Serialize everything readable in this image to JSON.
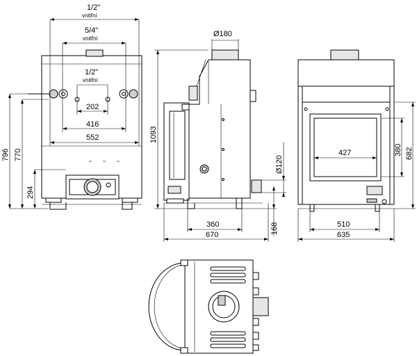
{
  "front_view": {
    "top_label": "1/2\"",
    "top_sub": "vnitřní",
    "mid_label": "5/4\"",
    "mid_sub": "vnitřní",
    "inner_label": "1/2\"",
    "inner_sub": "vnitřní",
    "dim_202": "202",
    "dim_416": "416",
    "dim_552": "552",
    "dim_796": "796",
    "dim_770": "770",
    "dim_294": "294"
  },
  "side_view": {
    "dim_180": "Ø180",
    "dim_1093": "1093",
    "dim_120": "Ø120",
    "dim_168": "168",
    "dim_360": "360",
    "dim_670": "670"
  },
  "right_view": {
    "dim_427": "427",
    "dim_380": "380",
    "dim_682": "682",
    "dim_510": "510",
    "dim_635": "635"
  }
}
